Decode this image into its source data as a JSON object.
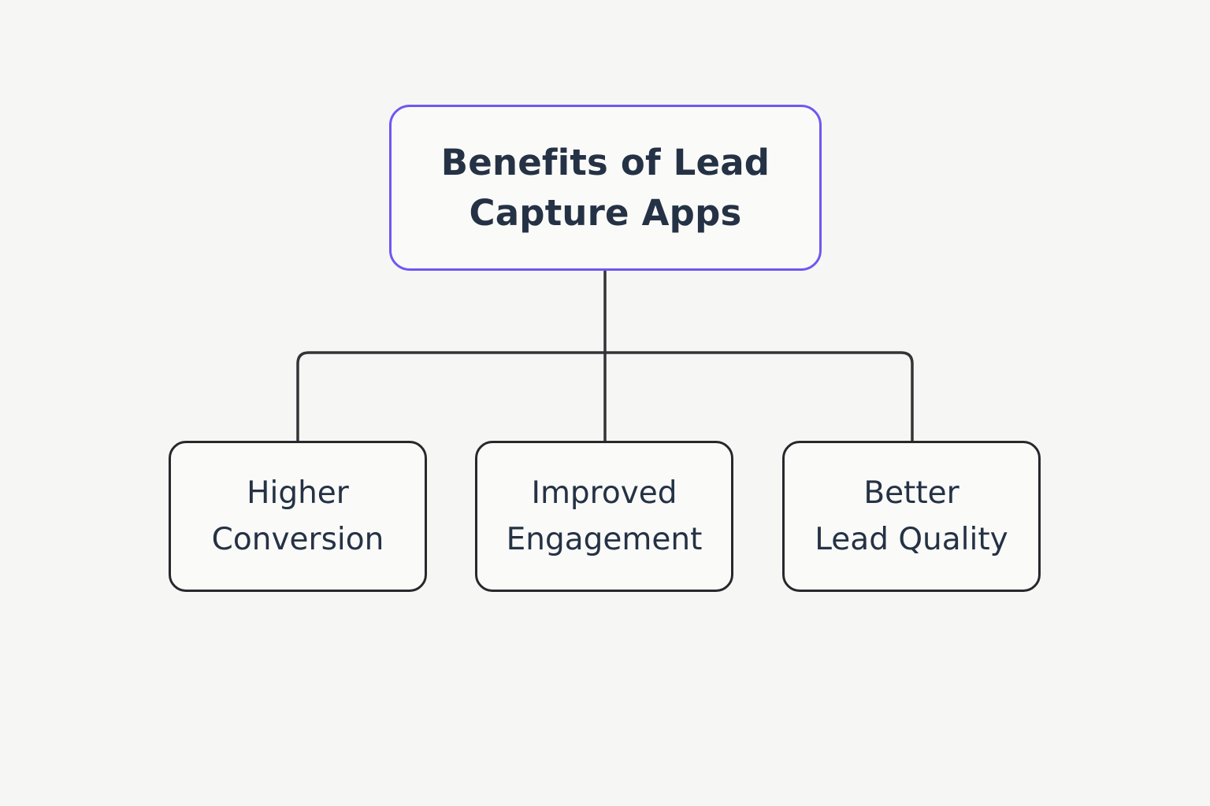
{
  "diagram": {
    "title": "Benefits of Lead Capture Apps",
    "root": {
      "id": "benefits-of-lead-capture-apps",
      "lines": [
        "Benefits of Lead",
        "Capture Apps"
      ]
    },
    "children": [
      {
        "id": "higher-conversion",
        "lines": [
          "Higher",
          "Conversion"
        ]
      },
      {
        "id": "improved-engagement",
        "lines": [
          "Improved",
          "Engagement"
        ]
      },
      {
        "id": "better-lead-quality",
        "lines": [
          "Better",
          "Lead Quality"
        ]
      }
    ],
    "colors": {
      "background": "#f6f6f4",
      "node_fill": "#fafaf8",
      "root_border": "#7256f2",
      "child_border": "#26282c",
      "text": "#253245",
      "connector": "#323437"
    }
  }
}
